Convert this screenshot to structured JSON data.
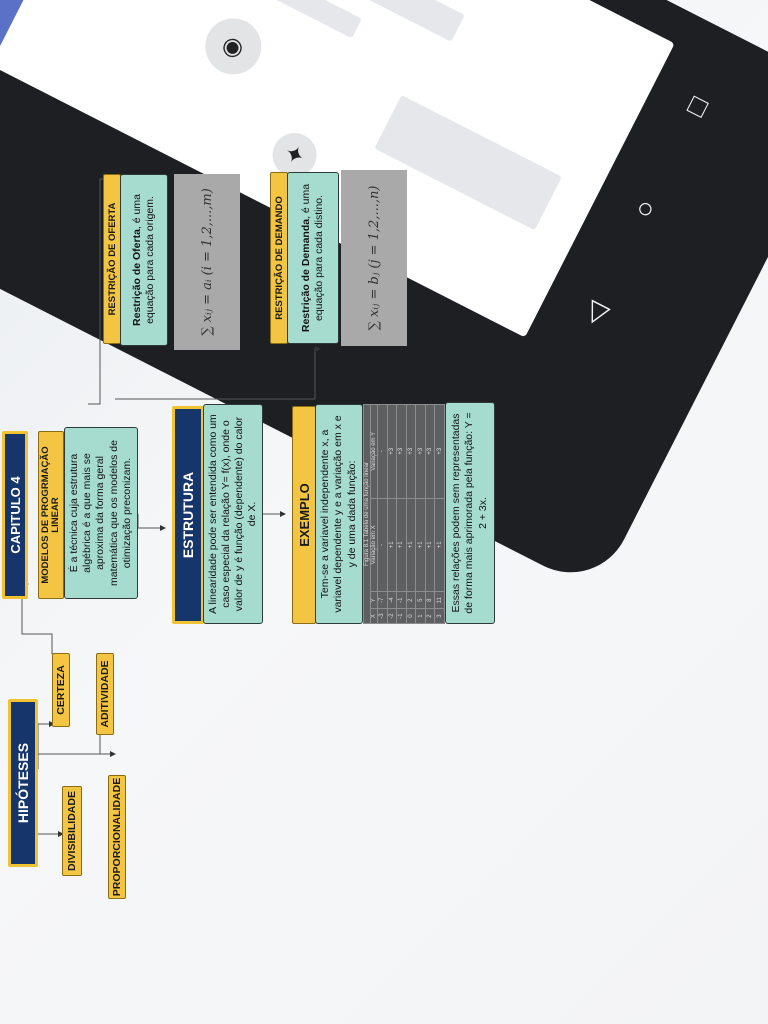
{
  "phone": {
    "nav_back": "◁",
    "nav_home": "○",
    "nav_recent": "□",
    "icons": [
      "wifi-icon",
      "bell-icon",
      "avatar"
    ]
  },
  "nodes": {
    "capitulo": "CAPITULO 4",
    "hipoteses": "HIPÓTESES",
    "certeza": "CERTEZA",
    "aditividade": "ADITIVIDADE",
    "proporcionalidade": "PROPORCIONALIDADE",
    "divisibilidade": "DIVISIBILIDADE",
    "modelos_title": "MODELOS DE PROGRMAÇÃO LINEAR",
    "modelos_text": "É a técnica cuja estrutura algébrica é a que mais se aproxima da forma geral matemática que os modelos de otimização preconizam.",
    "estrutura_title": "ESTRUTURA",
    "estrutura_text": "A linearidade pode ser entendida como um caso especial da relação Y= f(x), onde o valor de y é função (dependente) do calor de X.",
    "exemplo_title": "EXEMPLO",
    "exemplo_text": "Tem-se a variavel independente x, a variavel dependente y e a variação em x e y de uma dada função:",
    "exemplo_text2": "Essas relações podem sem representadas de forma mais aprimorada pela função: Y = 2 + 3x.",
    "oferta_title": "RESTRIÇÃO DE OFERTA",
    "oferta_text_bold": "Restrição de Oferta",
    "oferta_text": ", é uma equação para cada origem.",
    "oferta_formula": "∑ xᵢⱼ = aᵢ (i = 1,2,...,m)",
    "demanda_title": "RESTRIÇÃO DE DEMANDO",
    "demanda_text_bold": "Restrição de Demanda",
    "demanda_text": ", é uma equação para cada distino.",
    "demanda_formula": "∑ xᵢⱼ = bⱼ (j = 1,2,...,n)"
  },
  "table_image": {
    "caption": "Figura 8.1 Tabela de uma função linear",
    "headers": [
      "X",
      "Y",
      "Variação em X",
      "Variação em Y"
    ],
    "rows": [
      [
        "-3",
        "-7",
        "-",
        "-"
      ],
      [
        "-2",
        "-4",
        "+1",
        "+3"
      ],
      [
        "-1",
        "-1",
        "+1",
        "+3"
      ],
      [
        "0",
        "2",
        "+1",
        "+3"
      ],
      [
        "1",
        "5",
        "+1",
        "+3"
      ],
      [
        "2",
        "8",
        "+1",
        "+3"
      ],
      [
        "3",
        "11",
        "+1",
        "+3"
      ]
    ]
  }
}
